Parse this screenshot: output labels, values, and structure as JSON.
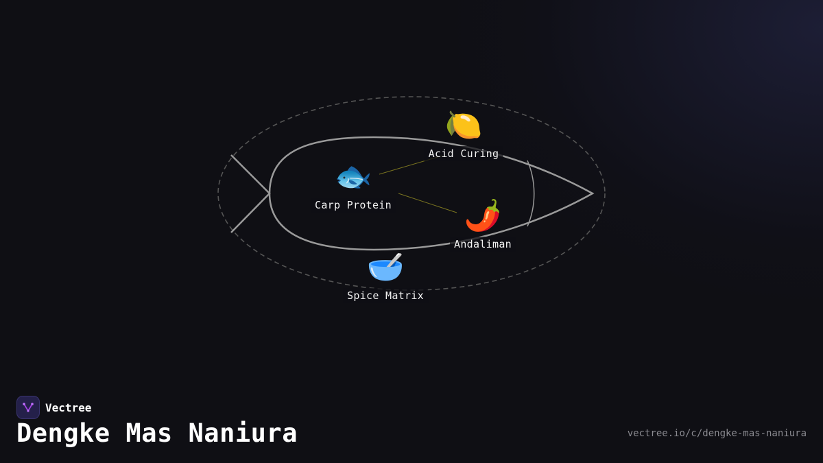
{
  "brand": {
    "name": "Vectree"
  },
  "page": {
    "title": "Dengke Mas Naniura",
    "url": "vectree.io/c/dengke-mas-naniura"
  },
  "nodes": [
    {
      "id": "acid-curing",
      "label": "Acid Curing",
      "icon": "lemon-icon",
      "glyph": "🍋"
    },
    {
      "id": "carp-protein",
      "label": "Carp Protein",
      "icon": "fish-icon",
      "glyph": "🐟"
    },
    {
      "id": "andaliman",
      "label": "Andaliman",
      "icon": "chili-pepper-icon",
      "glyph": "🌶️"
    },
    {
      "id": "spice-matrix",
      "label": "Spice Matrix",
      "icon": "bowl-with-spoon-icon",
      "glyph": "🥣"
    }
  ],
  "colors": {
    "background": "#0f0f14",
    "fish_outline": "#9a9a9a",
    "dashed_ellipse": "#555555",
    "connector": "#7a7420",
    "brand_accent": "#a040e0"
  }
}
